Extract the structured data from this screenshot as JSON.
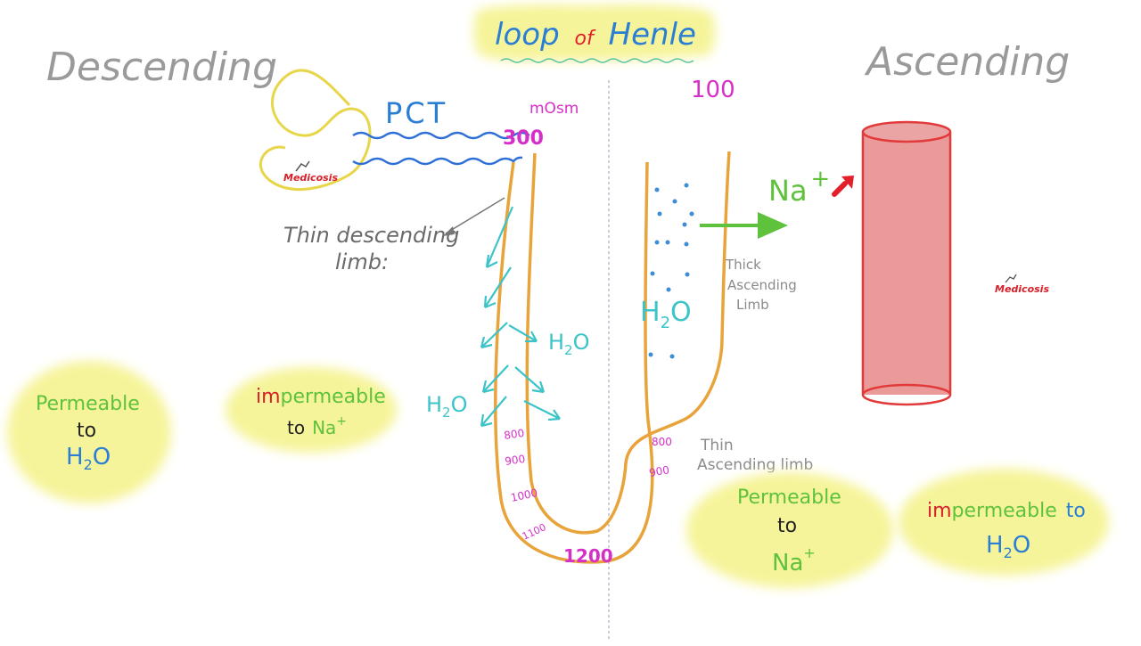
{
  "title": {
    "word1": "loop",
    "word2": "of",
    "word3": "Henle"
  },
  "headings": {
    "left": "Descending",
    "right": "Ascending"
  },
  "watermark": "Medicosis",
  "labels": {
    "pct": "PCT",
    "mosm": "mOsm",
    "thin_descending_1": "Thin descending",
    "thin_descending_2": "limb:",
    "thick_ascending_1": "Thick",
    "thick_ascending_2": "Ascending",
    "thick_ascending_3": "Limb",
    "thin_ascending_1": "Thin",
    "thin_ascending_2": "Ascending limb",
    "na_ion": "Na",
    "na_charge": "+",
    "h2o_h": "H",
    "h2o_sub": "2",
    "h2o_o": "O"
  },
  "osmolarity": {
    "desc_300": "300",
    "asc_100": "100",
    "desc_800": "800",
    "desc_900": "900",
    "desc_1000": "1000",
    "desc_1100": "1100",
    "bottom_1200": "1200",
    "asc_800": "800",
    "asc_900": "900"
  },
  "notes": {
    "perm_desc": {
      "l1": "Permeable",
      "l2": "to"
    },
    "imperm_desc": {
      "im": "im",
      "rest": "permeable",
      "to": "to"
    },
    "perm_asc": {
      "l1": "Permeable",
      "l2": "to"
    },
    "imperm_asc": {
      "im": "im",
      "rest": "permeable",
      "to": "to"
    }
  },
  "colors": {
    "tubule": "#e8a33a",
    "pct_outline": "#e8d64a",
    "water_arrows": "#3cc4c8",
    "pct_waves": "#2d6fd6",
    "magenta": "#d62fc8",
    "green": "#5fc23c",
    "note_yellow": "#f6f49a",
    "vessel": "#eb9a9a",
    "vessel_stroke": "#e23a3a",
    "red_arrow": "#e3202a",
    "blue_text": "#2a7fd4"
  }
}
